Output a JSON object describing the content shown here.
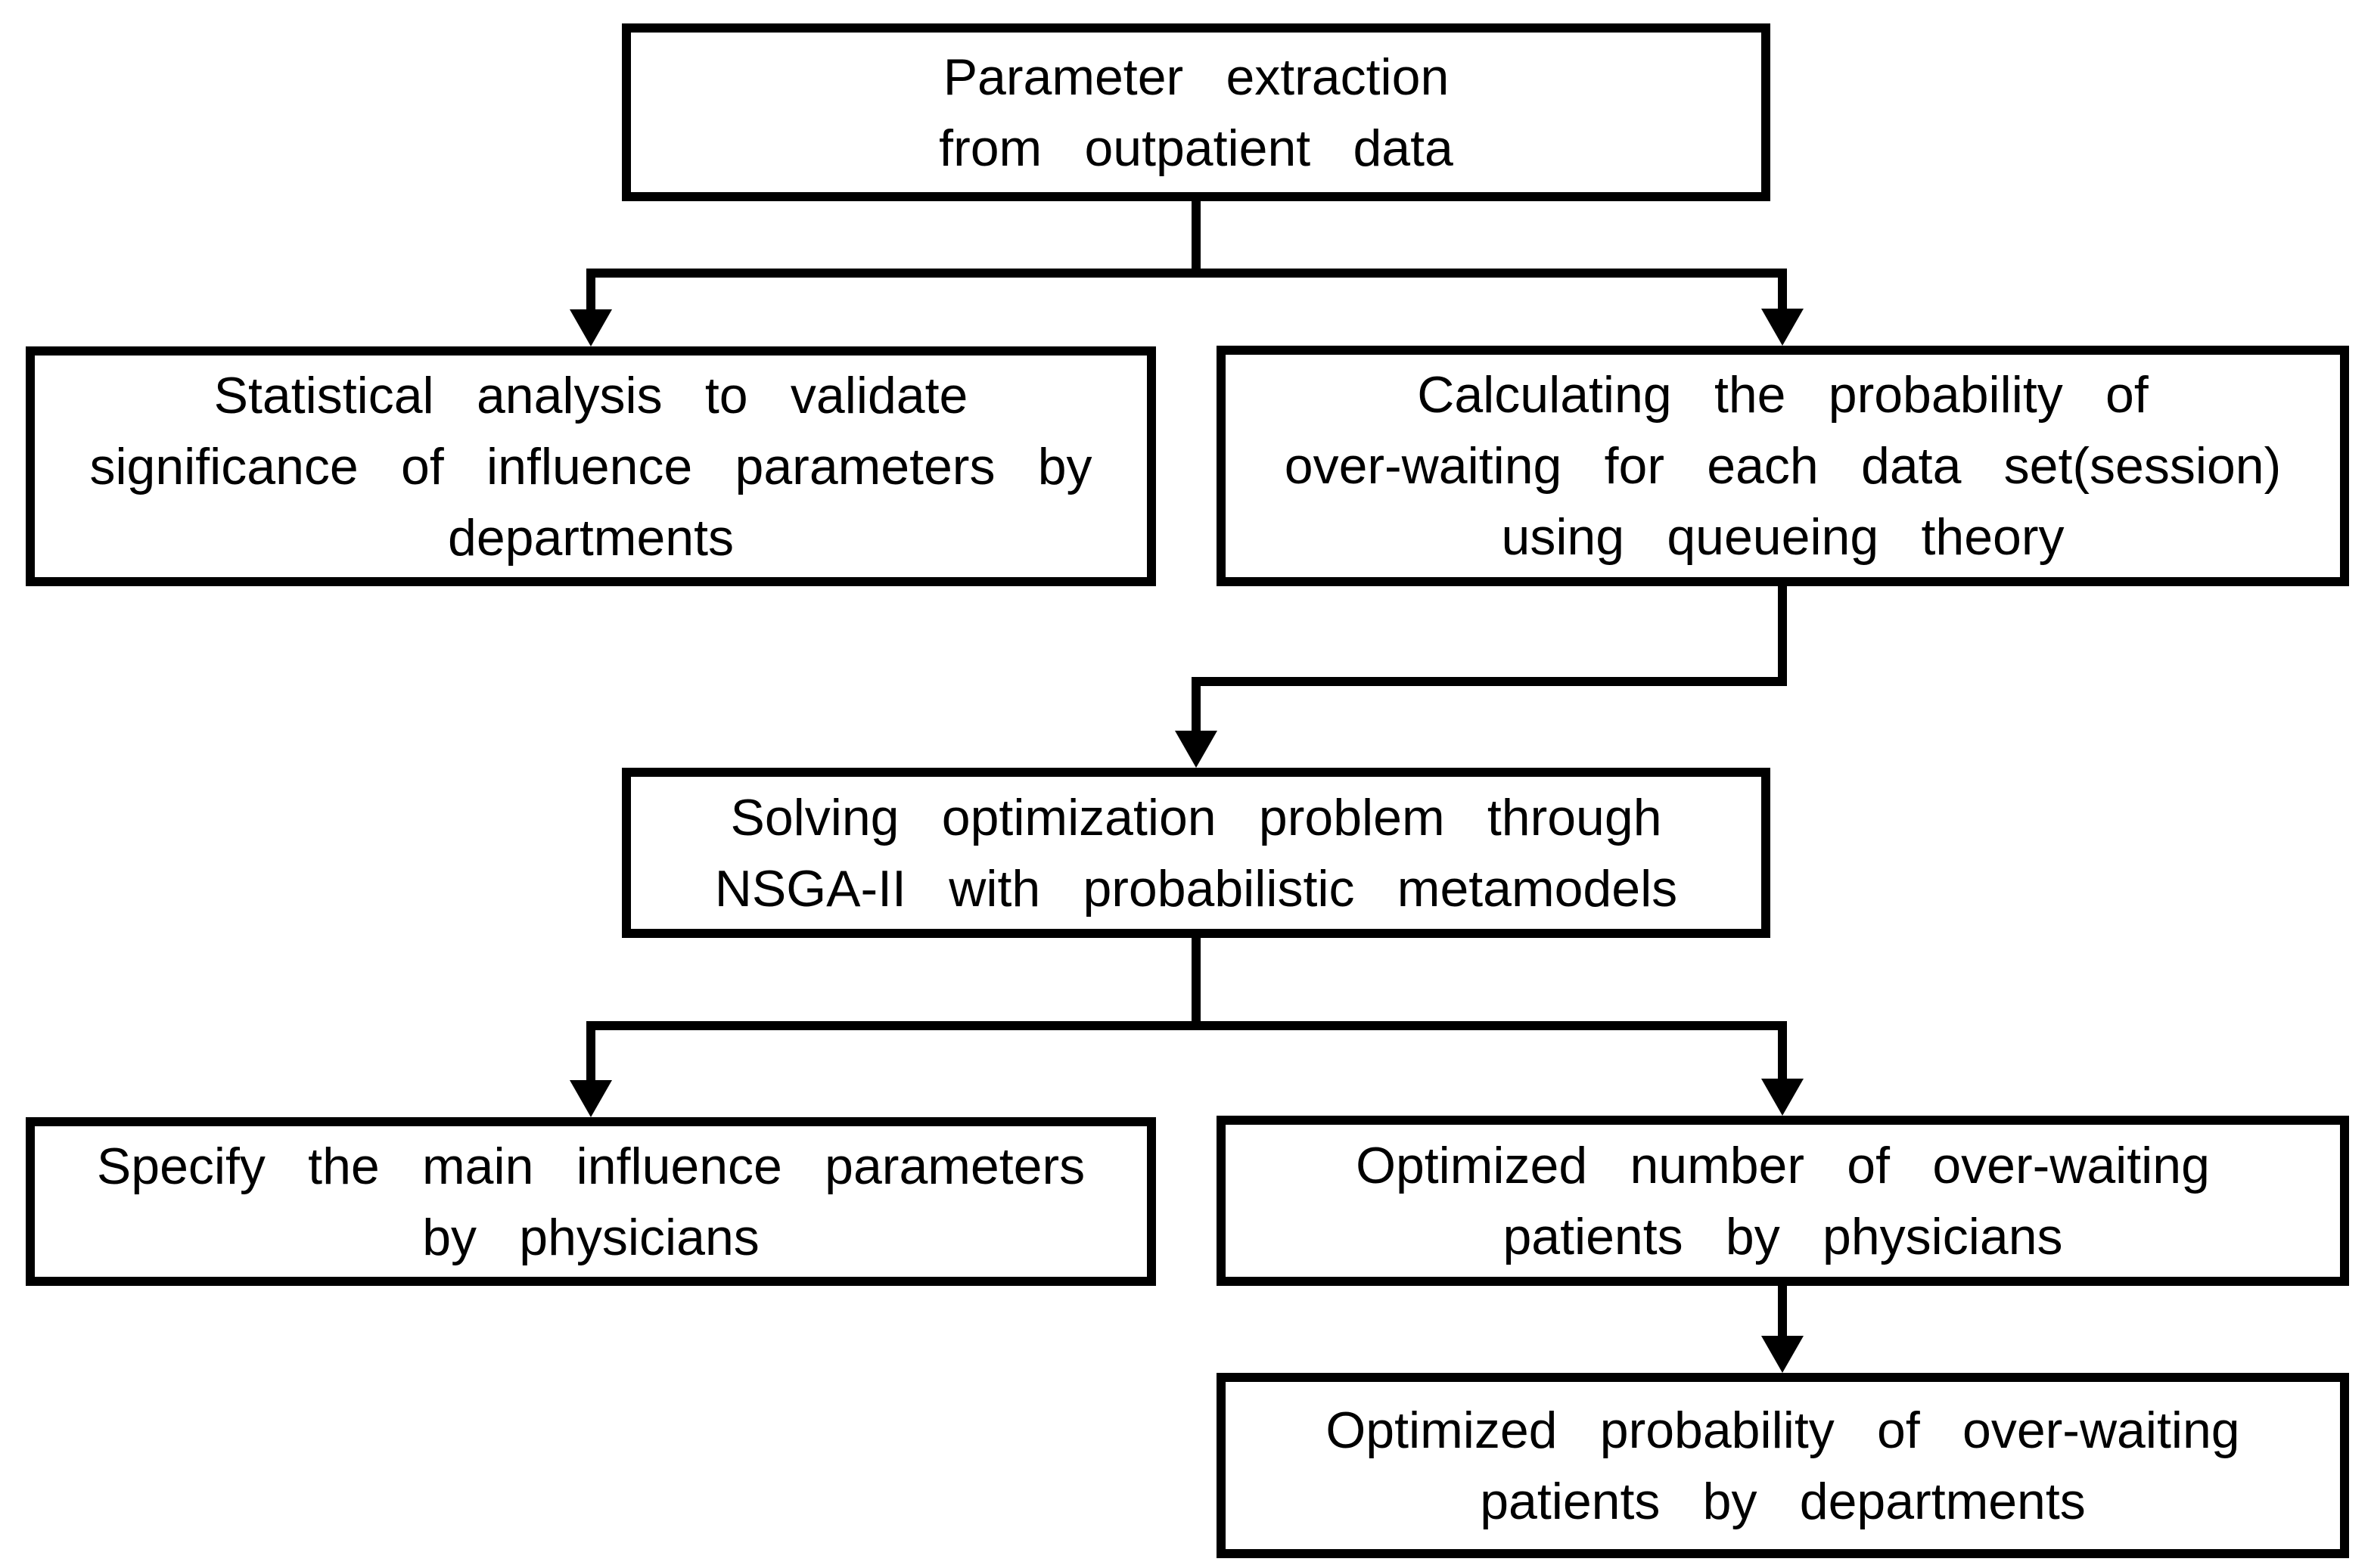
{
  "diagram": {
    "background_color": "#ffffff",
    "line_color": "#000000",
    "text_color": "#000000",
    "nodes": [
      {
        "id": "parameter-extraction",
        "label": "Parameter extraction\nfrom outpatient data"
      },
      {
        "id": "statistical-analysis",
        "label": "Statistical analysis to validate\nsignificance of influence parameters by\ndepartments"
      },
      {
        "id": "calculating-probability",
        "label": "Calculating the probability of\nover-waiting for each data set(session)\nusing queueing theory"
      },
      {
        "id": "solving-optimization",
        "label": "Solving optimization problem through\nNSGA-II with probabilistic metamodels"
      },
      {
        "id": "specify-parameters",
        "label": "Specify the main influence parameters\nby physicians"
      },
      {
        "id": "optimized-number",
        "label": "Optimized number of over-waiting\npatients by physicians"
      },
      {
        "id": "optimized-probability",
        "label": "Optimized probability of over-waiting\npatients by departments"
      }
    ],
    "edges": [
      {
        "from": "parameter-extraction",
        "to": "statistical-analysis"
      },
      {
        "from": "parameter-extraction",
        "to": "calculating-probability"
      },
      {
        "from": "calculating-probability",
        "to": "solving-optimization"
      },
      {
        "from": "solving-optimization",
        "to": "specify-parameters"
      },
      {
        "from": "solving-optimization",
        "to": "optimized-number"
      },
      {
        "from": "optimized-number",
        "to": "optimized-probability"
      }
    ]
  }
}
